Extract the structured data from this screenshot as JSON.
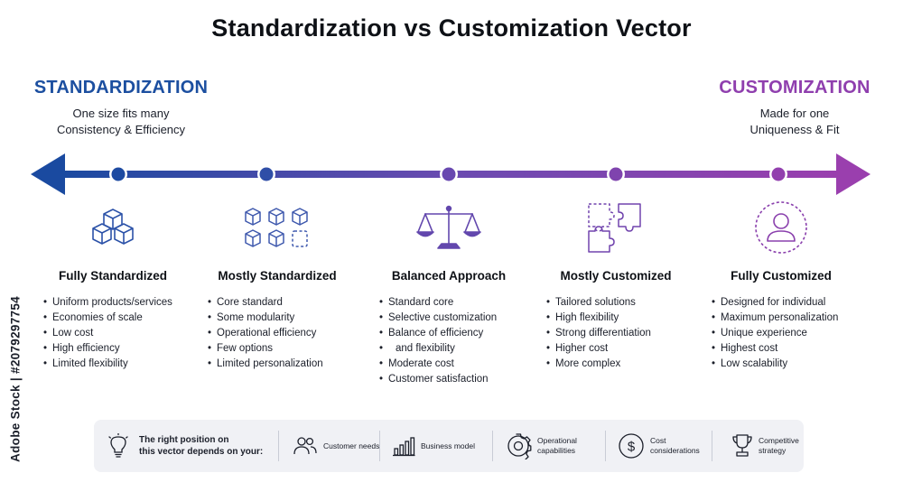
{
  "title": "Standardization vs Customization Vector",
  "left_pole": {
    "label": "STANDARDIZATION",
    "line1": "One size fits many",
    "line2": "Consistency & Efficiency",
    "color": "#1c4fa0"
  },
  "right_pole": {
    "label": "CUSTOMIZATION",
    "line1": "Made for one",
    "line2": "Uniqueness & Fit",
    "color": "#8f3fae"
  },
  "stages": [
    {
      "title": "Fully Standardized",
      "icon": "stacked-cubes-icon",
      "color": "#2c52a8",
      "bullets": [
        "Uniform products/services",
        "Economies of scale",
        "Low cost",
        "High efficiency",
        "Limited flexibility"
      ]
    },
    {
      "title": "Mostly Standardized",
      "icon": "cube-grid-icon",
      "color": "#3e58ad",
      "bullets": [
        "Core standard",
        "Some modularity",
        "Operational efficiency",
        "Few options",
        "Limited personalization"
      ]
    },
    {
      "title": "Balanced Approach",
      "icon": "balance-scale-icon",
      "color": "#6247ad",
      "bullets": [
        "Standard core",
        "Selective customization",
        "Balance of efficiency",
        "and flexibility",
        "Moderate cost",
        "Customer satisfaction"
      ]
    },
    {
      "title": "Mostly Customized",
      "icon": "puzzle-pieces-icon",
      "color": "#7043ad",
      "bullets": [
        "Tailored solutions",
        "High flexibility",
        "Strong differentiation",
        "Higher cost",
        "More complex"
      ]
    },
    {
      "title": "Fully Customized",
      "icon": "user-circle-icon",
      "color": "#8a40ad",
      "bullets": [
        "Designed for individual",
        "Maximum personalization",
        "Unique experience",
        "Highest cost",
        "Low scalability"
      ]
    }
  ],
  "footer": {
    "lead_line1": "The right position on",
    "lead_line2": "this vector depends on your:",
    "factors": [
      {
        "icon": "people-icon",
        "line1": "Customer needs",
        "line2": ""
      },
      {
        "icon": "bar-chart-icon",
        "line1": "Business model",
        "line2": ""
      },
      {
        "icon": "gear-icon",
        "line1": "Operational",
        "line2": "capabilities"
      },
      {
        "icon": "dollar-circle-icon",
        "line1": "Cost",
        "line2": "considerations"
      },
      {
        "icon": "trophy-icon",
        "line1": "Competitive",
        "line2": "strategy"
      }
    ]
  },
  "watermark": "Adobe Stock | #2079297754"
}
